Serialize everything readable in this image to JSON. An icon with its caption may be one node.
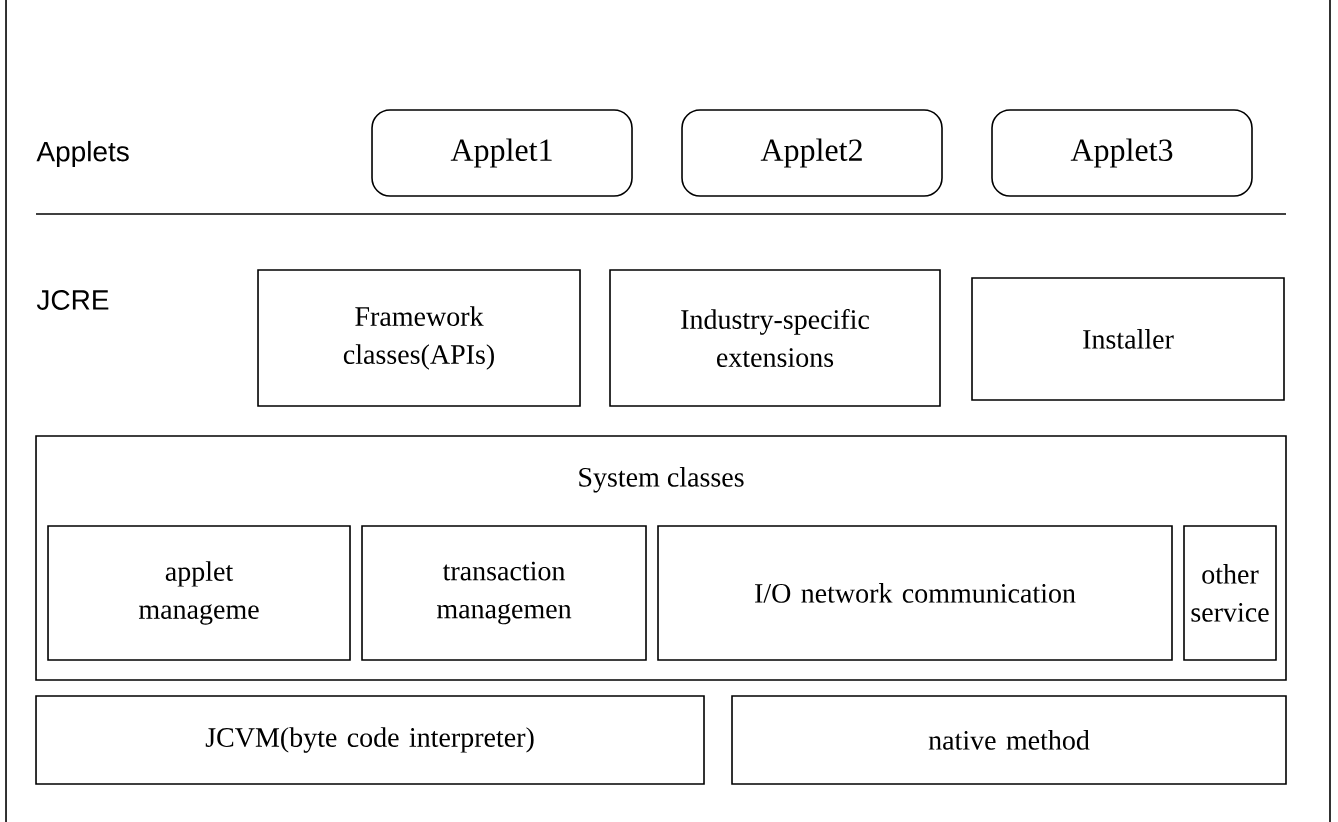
{
  "diagram": {
    "nodes": [
      {
        "text": [
          "Applet1"
        ]
      },
      {
        "text": [
          "Applet2"
        ]
      },
      {
        "text": [
          "Applet3"
        ]
      },
      {
        "text": [
          "Framework classes(APIs)"
        ]
      },
      {
        "text": [
          "Industry-specific extensions"
        ]
      },
      {
        "text": [
          "Installer"
        ]
      },
      {
        "text": [
          "System classes"
        ]
      },
      {
        "text": [
          "applet manageme"
        ],
        "in": 6
      },
      {
        "text": [
          "transaction managemen"
        ],
        "in": 6
      },
      {
        "text": [
          "I/O network communication"
        ],
        "in": 6
      },
      {
        "text": [
          "other service"
        ],
        "in": 6
      },
      {
        "text": [
          "JCVM(byte code interpreter)"
        ]
      },
      {
        "text": [
          "native method"
        ]
      }
    ],
    "edges": [],
    "labels": [
      "Applets",
      "JCRE"
    ]
  }
}
